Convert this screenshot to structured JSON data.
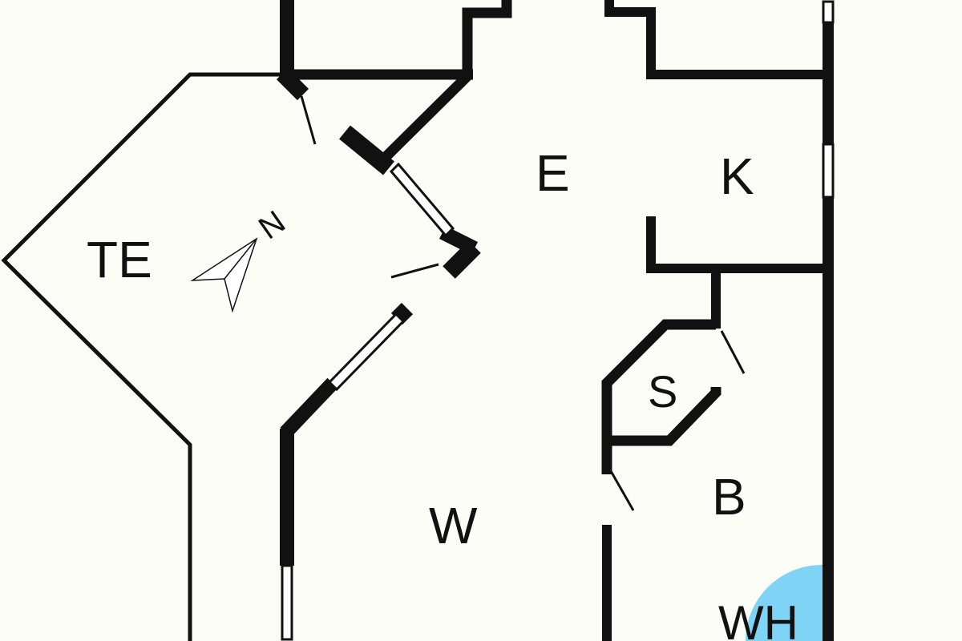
{
  "floorplan": {
    "rooms": [
      {
        "id": "te",
        "label": "TE"
      },
      {
        "id": "e",
        "label": "E"
      },
      {
        "id": "k",
        "label": "K"
      },
      {
        "id": "s",
        "label": "S"
      },
      {
        "id": "b",
        "label": "B"
      },
      {
        "id": "w",
        "label": "W"
      },
      {
        "id": "wh",
        "label": "WH"
      }
    ],
    "compass": {
      "label": "N"
    },
    "colors": {
      "background": "#fdfdf8",
      "wall": "#111111",
      "water_heater": "#7fd4f5"
    }
  }
}
